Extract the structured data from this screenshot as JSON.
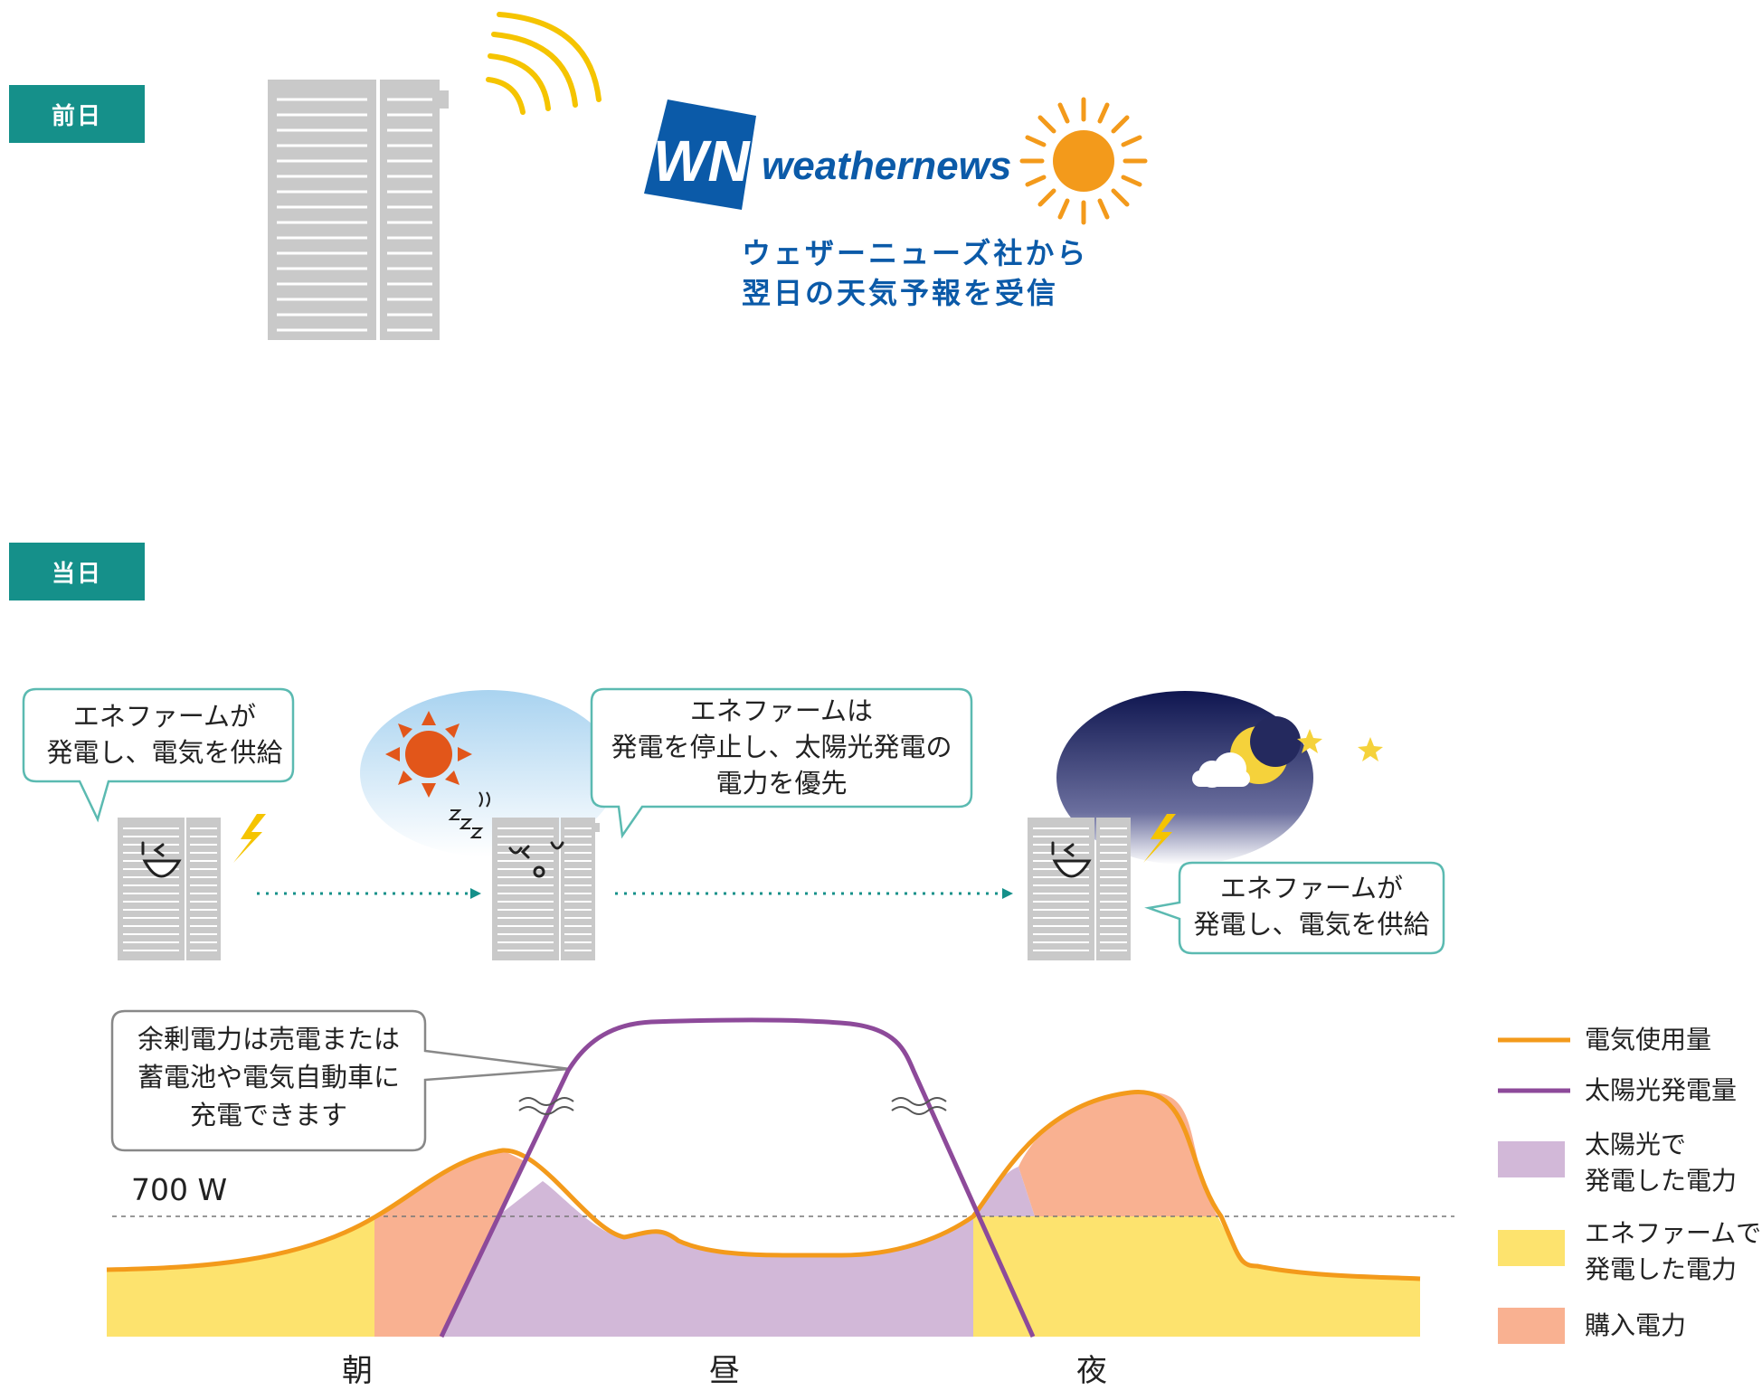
{
  "labels": {
    "prev_day": "前日",
    "same_day": "当日"
  },
  "weathernews": {
    "logo_mark": "WN",
    "logo_word": "weathernews",
    "caption_line1": "ウェザーニューズ社から",
    "caption_line2": "翌日の天気予報を受信"
  },
  "bubbles": {
    "morning_line1": "エネファームが",
    "morning_line2": "発電し、電気を供給",
    "noon_line1": "エネファームは",
    "noon_line2": "発電を停止し、太陽光発電の",
    "noon_line3": "電力を優先",
    "night_line1": "エネファームが",
    "night_line2": "発電し、電気を供給",
    "surplus_line1": "余剰電力は売電または",
    "surplus_line2": "蓄電池や電気自動車に",
    "surplus_line3": "充電できます"
  },
  "chart": {
    "threshold_label": "700 W",
    "periods": [
      "朝",
      "昼",
      "夜"
    ]
  },
  "legend": [
    {
      "label": "電気使用量",
      "color": "#f39a1b",
      "kind": "line"
    },
    {
      "label": "太陽光発電量",
      "color": "#8d4a9a",
      "kind": "line"
    },
    {
      "label_line1": "太陽光で",
      "label_line2": "発電した電力",
      "color": "#d2b8d8",
      "kind": "area"
    },
    {
      "label_line1": "エネファームで",
      "label_line2": "発電した電力",
      "color": "#fde36e",
      "kind": "area"
    },
    {
      "label": "購入電力",
      "color": "#f9b191",
      "kind": "area"
    }
  ],
  "icons": [
    "enefarm-unit-icon",
    "signal-waves-icon",
    "sun-icon",
    "moon-icon",
    "cloud-icon",
    "star-icon",
    "lightning-icon",
    "zzz-icon"
  ]
}
